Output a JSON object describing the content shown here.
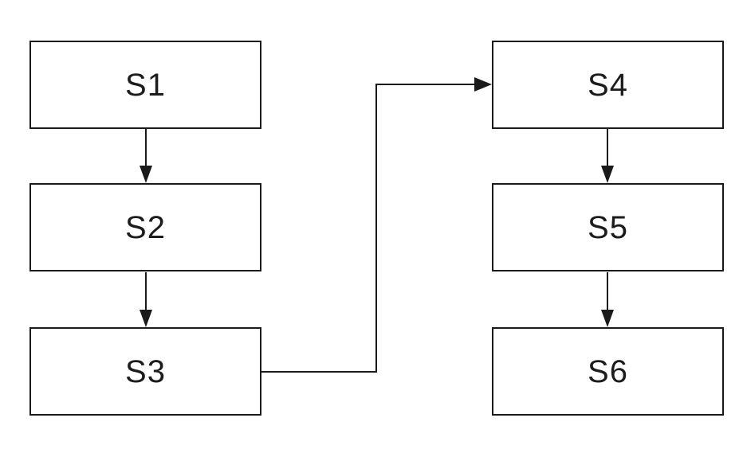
{
  "diagram": {
    "type": "flowchart",
    "background_color": "#ffffff",
    "line_color": "#1a1a1a",
    "box_fill_color": "#ffffff",
    "nodes": [
      {
        "id": "S1",
        "label": "S1"
      },
      {
        "id": "S2",
        "label": "S2"
      },
      {
        "id": "S3",
        "label": "S3"
      },
      {
        "id": "S4",
        "label": "S4"
      },
      {
        "id": "S5",
        "label": "S5"
      },
      {
        "id": "S6",
        "label": "S6"
      }
    ],
    "edges": [
      {
        "from": "S1",
        "to": "S2",
        "style": "straight-down-arrow"
      },
      {
        "from": "S2",
        "to": "S3",
        "style": "straight-down-arrow"
      },
      {
        "from": "S3",
        "to": "S4",
        "style": "elbow-right-up-right-arrow"
      },
      {
        "from": "S4",
        "to": "S5",
        "style": "straight-down-arrow"
      },
      {
        "from": "S5",
        "to": "S6",
        "style": "straight-down-arrow"
      }
    ]
  }
}
